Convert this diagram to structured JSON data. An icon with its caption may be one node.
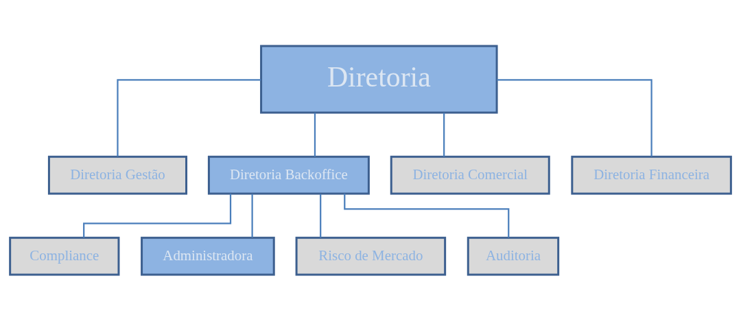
{
  "diagram": {
    "nodes": [
      {
        "text": [
          "Diretoria"
        ]
      },
      {
        "text": [
          "Diretoria Gestão"
        ]
      },
      {
        "text": [
          "Diretoria Backoffice"
        ]
      },
      {
        "text": [
          "Diretoria Comercial"
        ]
      },
      {
        "text": [
          "Diretoria Financeira"
        ]
      },
      {
        "text": [
          "Compliance"
        ]
      },
      {
        "text": [
          "Administradora"
        ]
      },
      {
        "text": [
          "Risco de Mercado"
        ]
      },
      {
        "text": [
          "Auditoria"
        ]
      }
    ],
    "edges": [
      {
        "from": 0,
        "to": 1,
        "arrow": "none"
      },
      {
        "from": 0,
        "to": 2,
        "arrow": "none"
      },
      {
        "from": 0,
        "to": 3,
        "arrow": "none"
      },
      {
        "from": 0,
        "to": 4,
        "arrow": "none"
      },
      {
        "from": 2,
        "to": 5,
        "arrow": "none"
      },
      {
        "from": 2,
        "to": 6,
        "arrow": "none"
      },
      {
        "from": 2,
        "to": 7,
        "arrow": "none"
      },
      {
        "from": 2,
        "to": 8,
        "arrow": "none"
      }
    ]
  }
}
